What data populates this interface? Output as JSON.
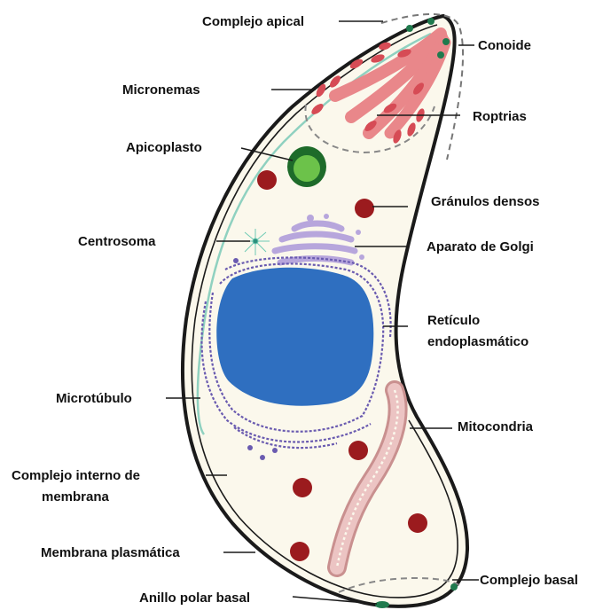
{
  "labels": {
    "complejo_apical": "Complejo apical",
    "conoide": "Conoide",
    "micronemas": "Micronemas",
    "roptrias": "Roptrias",
    "apicoplasto": "Apicoplasto",
    "granulos_densos": "Gránulos densos",
    "centrosoma": "Centrosoma",
    "aparato_golgi": "Aparato de Golgi",
    "reticulo_line1": "Retículo",
    "reticulo_line2": "endoplasmático",
    "microtubulo": "Microtúbulo",
    "mitocondria": "Mitocondria",
    "complejo_interno_line1": "Complejo interno de",
    "complejo_interno_line2": "membrana",
    "membrana_plasmatica": "Membrana plasmática",
    "complejo_basal": "Complejo basal",
    "anillo_polar_basal": "Anillo polar basal"
  },
  "colors": {
    "cytoplasm": "#fbf8ec",
    "membrane": "#1a1a1a",
    "microtubule": "#8fd1c0",
    "rhoptry": "#e9878a",
    "microneme": "#d64b55",
    "apicoplast_outer": "#1e6b2a",
    "apicoplast_inner": "#6cc24a",
    "dense_granule": "#9b1b1e",
    "nucleus": "#2f6fc0",
    "er": "#6a5bb0",
    "golgi": "#b7a6dc",
    "mitochondria": "#e6b5b5",
    "apical_dot": "#1f7a4d"
  }
}
